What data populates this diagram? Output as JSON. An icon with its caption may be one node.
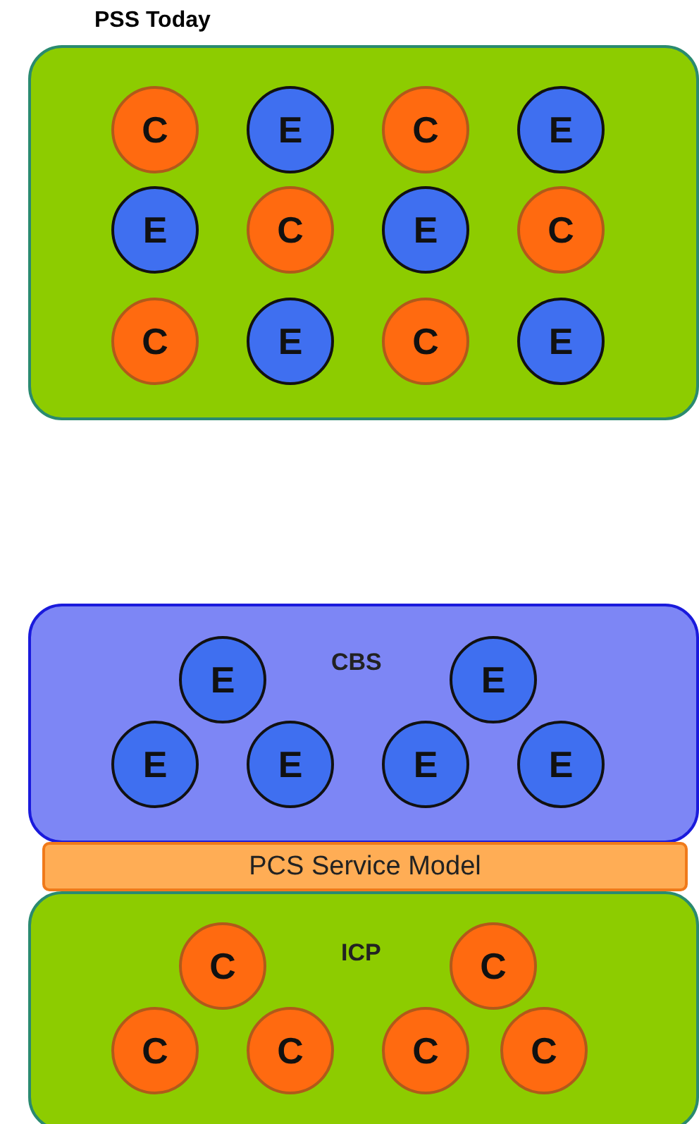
{
  "diagram": {
    "nodes": [
      {
        "text": [
          "PSS Today"
        ]
      },
      {
        "text": [
          "C"
        ],
        "in": 0
      },
      {
        "text": [
          "E"
        ],
        "in": 0
      },
      {
        "text": [
          "C"
        ],
        "in": 0
      },
      {
        "text": [
          "E"
        ],
        "in": 0
      },
      {
        "text": [
          "E"
        ],
        "in": 0
      },
      {
        "text": [
          "C"
        ],
        "in": 0
      },
      {
        "text": [
          "E"
        ],
        "in": 0
      },
      {
        "text": [
          "C"
        ],
        "in": 0
      },
      {
        "text": [
          "C"
        ],
        "in": 0
      },
      {
        "text": [
          "E"
        ],
        "in": 0
      },
      {
        "text": [
          "C"
        ],
        "in": 0
      },
      {
        "text": [
          "E"
        ],
        "in": 0
      },
      {
        "text": [
          "CBS"
        ]
      },
      {
        "text": [
          "E"
        ],
        "in": 13
      },
      {
        "text": [
          "E"
        ],
        "in": 13
      },
      {
        "text": [
          "E"
        ],
        "in": 13
      },
      {
        "text": [
          "E"
        ],
        "in": 13
      },
      {
        "text": [
          "E"
        ],
        "in": 13
      },
      {
        "text": [
          "E"
        ],
        "in": 13
      },
      {
        "text": [
          "PCS Service Model"
        ]
      },
      {
        "text": [
          "ICP"
        ]
      },
      {
        "text": [
          "C"
        ],
        "in": 21
      },
      {
        "text": [
          "C"
        ],
        "in": 21
      },
      {
        "text": [
          "C"
        ],
        "in": 21
      },
      {
        "text": [
          "C"
        ],
        "in": 21
      },
      {
        "text": [
          "C"
        ],
        "in": 21
      },
      {
        "text": [
          "C"
        ],
        "in": 21
      }
    ]
  }
}
